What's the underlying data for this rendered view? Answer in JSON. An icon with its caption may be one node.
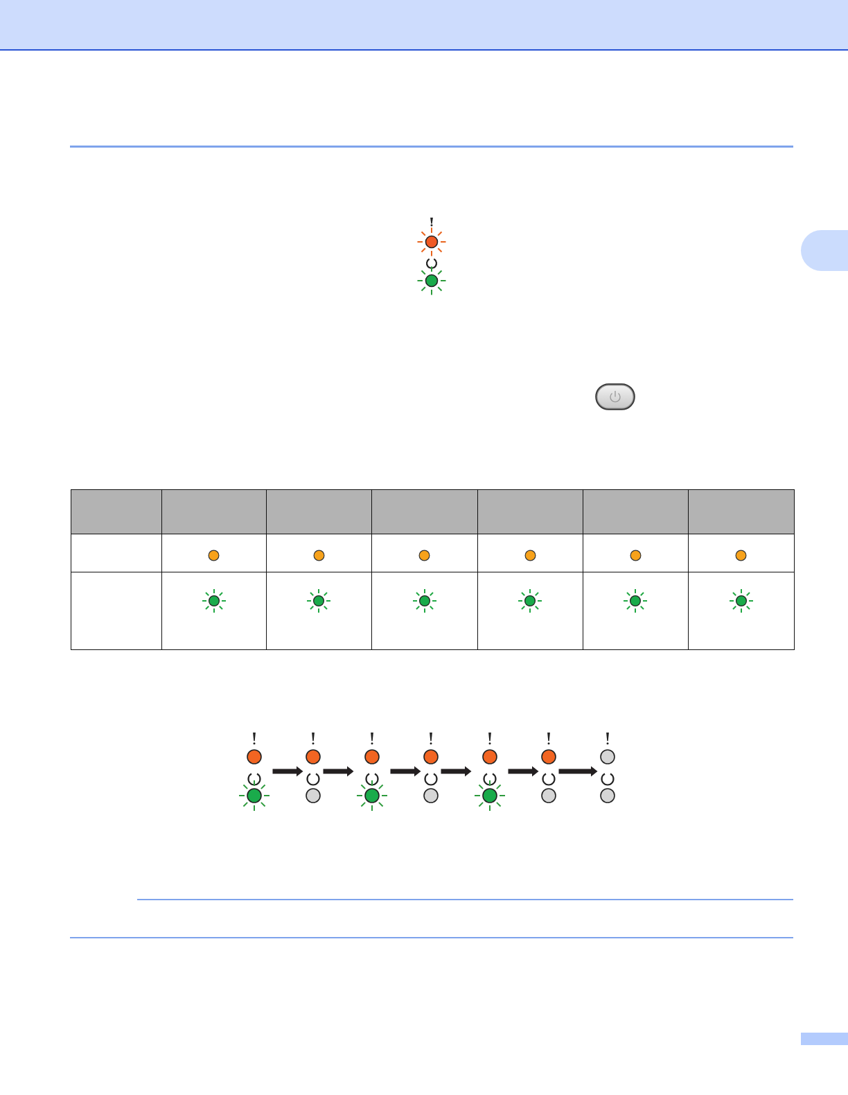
{
  "diagram": {
    "nodes": [
      {
        "text": [],
        "shape": "picture"
      },
      {
        "text": [],
        "shape": "picture"
      },
      {
        "text": [],
        "shape": "picture"
      },
      {
        "text": [],
        "shape": "picture"
      },
      {
        "text": [],
        "shape": "picture"
      },
      {
        "text": [],
        "shape": "picture"
      },
      {
        "text": [],
        "shape": "picture"
      }
    ],
    "edges": [
      {
        "from": 0,
        "to": 1,
        "arrow": "to"
      },
      {
        "from": 1,
        "to": 2,
        "arrow": "to"
      },
      {
        "from": 2,
        "to": 3,
        "arrow": "to"
      },
      {
        "from": 3,
        "to": 4,
        "arrow": "to"
      },
      {
        "from": 4,
        "to": 5,
        "arrow": "to"
      },
      {
        "from": 5,
        "to": 6,
        "arrow": "to"
      }
    ]
  }
}
